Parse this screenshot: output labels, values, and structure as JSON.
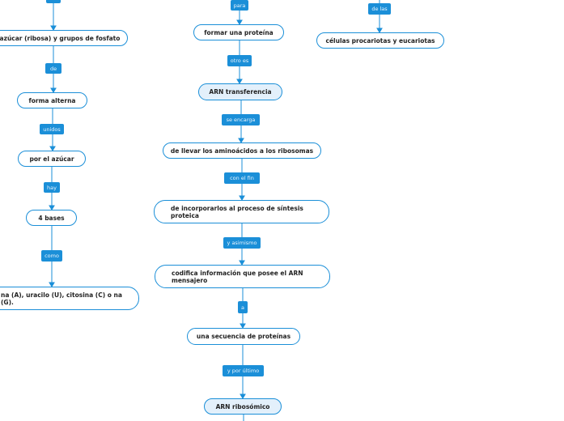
{
  "colors": {
    "accent": "#1b8fd8",
    "node_fill": "#ffffff",
    "highlight_fill": "#e3f0fb",
    "text": "#222222"
  },
  "left": {
    "tag_top": "",
    "node_sugar": "n azúcar (ribosa) y grupos de fosfato",
    "tag_de": "de",
    "node_alterna": "forma alterna",
    "tag_unidos": "unidos",
    "node_azucar": "por el azúcar",
    "tag_hay": "hay",
    "node_bases": "4 bases",
    "tag_como": "como",
    "node_bases_list": "na (A), uracilo (U), citosina (C) o na (G)."
  },
  "center": {
    "tag_para": "para",
    "node_formar": "formar una proteína",
    "tag_otro": "otro es",
    "node_arnt": "ARN transferencia",
    "tag_encarga": "se encarga",
    "node_llevar": "de llevar los aminoácidos a los ribosomas",
    "tag_fin": "con el fin",
    "node_incorporar": "de incorporarlos al proceso de síntesis proteica",
    "tag_asimismo": "y asimismo",
    "node_codifica": "codifica información que posee el ARN mensajero",
    "tag_a": "a",
    "node_secuencia": "una secuencia de proteínas",
    "tag_ultimo": "y por último",
    "node_arnr": "ARN ribosómico"
  },
  "right": {
    "tag_delas": "de las",
    "node_celulas": "células procariotas y eucariotas"
  }
}
